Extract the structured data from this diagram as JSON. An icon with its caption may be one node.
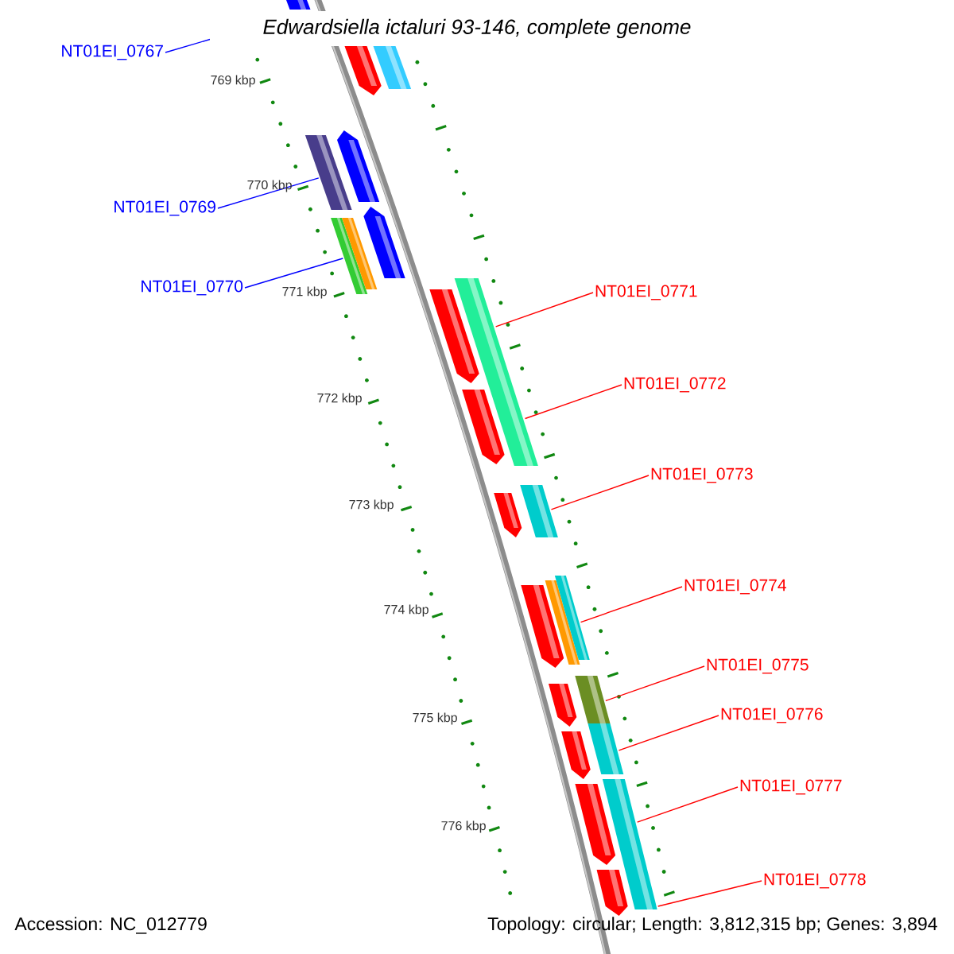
{
  "diagram": {
    "title": "Edwardsiella ictaluri 93-146, complete genome",
    "nodes": [
      {
        "text": [
          "NT01EI_0767"
        ]
      },
      {
        "text": [
          "NT01EI_0769"
        ]
      },
      {
        "text": [
          "NT01EI_0770"
        ]
      },
      {
        "text": [
          "NT01EI_0771"
        ]
      },
      {
        "text": [
          "NT01EI_0772"
        ]
      },
      {
        "text": [
          "NT01EI_0773"
        ]
      },
      {
        "text": [
          "NT01EI_0774"
        ]
      },
      {
        "text": [
          "NT01EI_0775"
        ]
      },
      {
        "text": [
          "NT01EI_0776"
        ]
      },
      {
        "text": [
          "NT01EI_0777"
        ]
      },
      {
        "text": [
          "NT01EI_0778"
        ]
      },
      {
        "text": [],
        "shape": "arrow"
      },
      {
        "text": [],
        "shape": "arrow"
      },
      {
        "text": [],
        "shape": "bar"
      },
      {
        "text": [],
        "shape": "bar"
      },
      {
        "text": [],
        "shape": "arrow"
      },
      {
        "text": [],
        "shape": "bar"
      },
      {
        "text": [],
        "shape": "bar"
      },
      {
        "text": [],
        "shape": "arrow"
      },
      {
        "text": [],
        "shape": "arrow"
      },
      {
        "text": [],
        "shape": "bar"
      },
      {
        "text": [],
        "shape": "arrow"
      },
      {
        "text": [],
        "shape": "arrow"
      },
      {
        "text": [],
        "shape": "bar"
      },
      {
        "text": [],
        "shape": "arrow"
      },
      {
        "text": [],
        "shape": "bar"
      },
      {
        "text": [],
        "shape": "bar"
      },
      {
        "text": [],
        "shape": "arrow"
      },
      {
        "text": [],
        "shape": "bar"
      },
      {
        "text": [],
        "shape": "arrow"
      },
      {
        "text": [],
        "shape": "bar"
      },
      {
        "text": [],
        "shape": "arrow"
      },
      {
        "text": [],
        "shape": "bar"
      },
      {
        "text": [],
        "shape": "arrow"
      }
    ],
    "edges": [
      {
        "from": 0,
        "to": null,
        "arrow": "none",
        "color": "#0000ff"
      },
      {
        "from": 1,
        "to": 14,
        "arrow": "none",
        "color": "#0000ff"
      },
      {
        "from": 2,
        "to": 16,
        "arrow": "none",
        "color": "#0000ff"
      },
      {
        "from": 3,
        "to": 20,
        "arrow": "none"
      },
      {
        "from": 4,
        "to": 20,
        "arrow": "none"
      },
      {
        "from": 5,
        "to": 23,
        "arrow": "none"
      },
      {
        "from": 6,
        "to": 26,
        "arrow": "none"
      },
      {
        "from": 7,
        "to": 28,
        "arrow": "none"
      },
      {
        "from": 8,
        "to": 30,
        "arrow": "none"
      },
      {
        "from": 9,
        "to": 32,
        "arrow": "none"
      },
      {
        "from": 10,
        "to": 32,
        "arrow": "none"
      }
    ],
    "labels": [
      "769 kbp",
      "770 kbp",
      "771 kbp",
      "772 kbp",
      "773 kbp",
      "774 kbp",
      "775 kbp",
      "776 kbp",
      "Accession: NC_012779",
      "Topology: circular; Length: 3,812,315 bp; Genes: 3,894"
    ]
  }
}
